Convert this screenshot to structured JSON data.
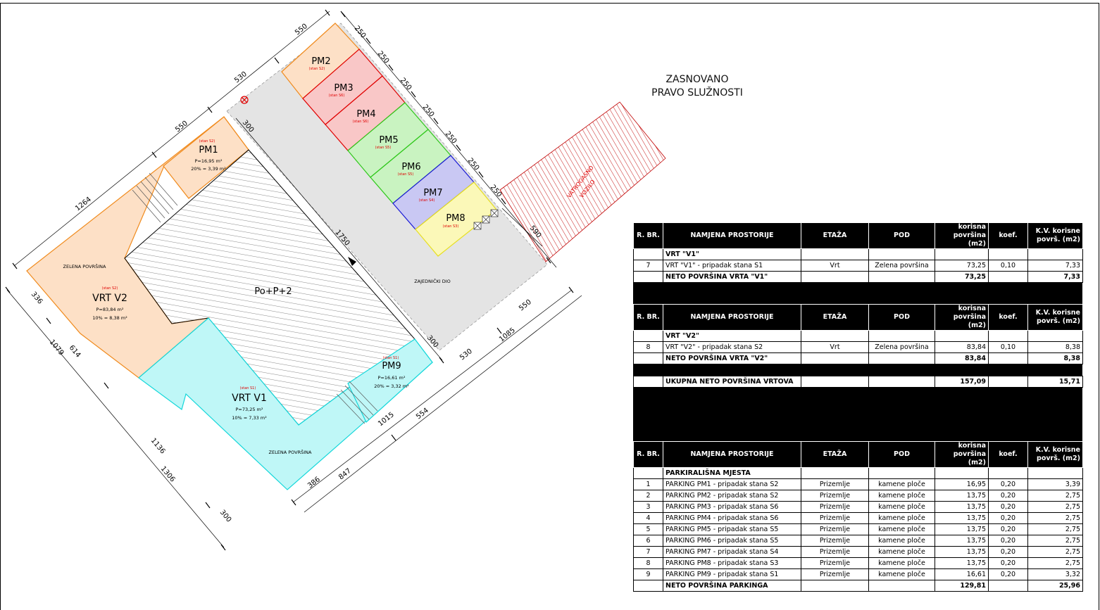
{
  "labels": {
    "pm1": "PM1",
    "pm1_stan": "(stan S2)",
    "pm1_area": "P=16,95 m²",
    "pm1_pct": "20% = 3,39 m²",
    "pm2": "PM2",
    "pm2_stan": "(stan S2)",
    "pm3": "PM3",
    "pm3_stan": "(stan S6)",
    "pm4": "PM4",
    "pm4_stan": "(stan S6)",
    "pm5": "PM5",
    "pm5_stan": "(stan S5)",
    "pm6": "PM6",
    "pm6_stan": "(stan S5)",
    "pm7": "PM7",
    "pm7_stan": "(stan S4)",
    "pm8": "PM8",
    "pm8_stan": "(stan S3)",
    "pm9": "PM9",
    "pm9_stan": "(stan S1)",
    "pm9_area": "P=16,61 m²",
    "pm9_pct": "20% = 3,32 m²",
    "v2": "VRT V2",
    "v2_stan": "(stan S2)",
    "v2_area": "P=83,84 m²",
    "v2_pct": "10% = 8,38 m²",
    "v1": "VRT V1",
    "v1_stan": "(stan S1)",
    "v1_area": "P=73,25 m²",
    "v1_pct": "10% = 7,33 m²",
    "zelena": "ZELENA POVRŠINA",
    "building": "Po+P+2",
    "common": "ZAJEDNIČKI DIO",
    "vatro": "VATROGASNO",
    "vozilo": "VOZILO",
    "note_line1": "ZASNOVANO",
    "note_line2": "PRAVO SLUŽNOSTI"
  },
  "dimensions": {
    "d550a": "550",
    "d530a": "530",
    "d550b": "550",
    "d1264": "1264",
    "d250_1": "250",
    "d250_2": "250",
    "d250_3": "250",
    "d250_4": "250",
    "d250_5": "250",
    "d250_6": "250",
    "d250_7": "250",
    "d300a": "300",
    "d1750": "1750",
    "d300b": "300",
    "d590": "590",
    "d550c": "550",
    "d530b": "530",
    "d1085": "1085",
    "d1015": "1015",
    "d554": "554",
    "d386": "386",
    "d847": "847",
    "d336": "336",
    "d614": "614",
    "d1079": "1079",
    "d1136": "1136",
    "d1306": "1306",
    "d300c": "300"
  },
  "headers": {
    "rbr": "R. BR.",
    "namjena": "NAMJENA PROSTORIJE",
    "etaza": "ETAŽA",
    "pod": "POD",
    "korisna": "korisna površina (m2)",
    "koef": "koef.",
    "kv": "K.V. korisne površ. (m2)"
  },
  "table_v1": {
    "section": "VRT \"V1\"",
    "rows": [
      {
        "rbr": "7",
        "name": "VRT \"V1\" - pripadak stana S1",
        "etaza": "Vrt",
        "pod": "Zelena površina",
        "area": "73,25",
        "koef": "0,10",
        "kv": "7,33"
      }
    ],
    "total_label": "NETO POVRŠINA VRTA \"V1\"",
    "total_area": "73,25",
    "total_kv": "7,33"
  },
  "table_v2": {
    "section": "VRT \"V2\"",
    "rows": [
      {
        "rbr": "8",
        "name": "VRT \"V2\" - pripadak stana S2",
        "etaza": "Vrt",
        "pod": "Zelena površina",
        "area": "83,84",
        "koef": "0,10",
        "kv": "8,38"
      }
    ],
    "total_label": "NETO POVRŠINA VRTA \"V2\"",
    "total_area": "83,84",
    "total_kv": "8,38",
    "grand_label": "UKUPNA NETO POVRŠINA VRTOVA",
    "grand_area": "157,09",
    "grand_kv": "15,71"
  },
  "table_parking": {
    "section": "PARKIRALIŠNA MJESTA",
    "rows": [
      {
        "rbr": "1",
        "name": "PARKING PM1 - pripadak stana S2",
        "etaza": "Prizemlje",
        "pod": "kamene ploče",
        "area": "16,95",
        "koef": "0,20",
        "kv": "3,39"
      },
      {
        "rbr": "2",
        "name": "PARKING PM2 - pripadak stana S2",
        "etaza": "Prizemlje",
        "pod": "kamene ploče",
        "area": "13,75",
        "koef": "0,20",
        "kv": "2,75"
      },
      {
        "rbr": "3",
        "name": "PARKING PM3 - pripadak stana S6",
        "etaza": "Prizemlje",
        "pod": "kamene ploče",
        "area": "13,75",
        "koef": "0,20",
        "kv": "2,75"
      },
      {
        "rbr": "4",
        "name": "PARKING PM4 - pripadak stana S6",
        "etaza": "Prizemlje",
        "pod": "kamene ploče",
        "area": "13,75",
        "koef": "0,20",
        "kv": "2,75"
      },
      {
        "rbr": "5",
        "name": "PARKING PM5 - pripadak stana S5",
        "etaza": "Prizemlje",
        "pod": "kamene ploče",
        "area": "13,75",
        "koef": "0,20",
        "kv": "2,75"
      },
      {
        "rbr": "6",
        "name": "PARKING PM6 - pripadak stana S5",
        "etaza": "Prizemlje",
        "pod": "kamene ploče",
        "area": "13,75",
        "koef": "0,20",
        "kv": "2,75"
      },
      {
        "rbr": "7",
        "name": "PARKING PM7 - pripadak stana S4",
        "etaza": "Prizemlje",
        "pod": "kamene ploče",
        "area": "13,75",
        "koef": "0,20",
        "kv": "2,75"
      },
      {
        "rbr": "8",
        "name": "PARKING PM8 - pripadak stana S3",
        "etaza": "Prizemlje",
        "pod": "kamene ploče",
        "area": "13,75",
        "koef": "0,20",
        "kv": "2,75"
      },
      {
        "rbr": "9",
        "name": "PARKING PM9 - pripadak stana S1",
        "etaza": "Prizemlje",
        "pod": "kamene ploče",
        "area": "16,61",
        "koef": "0,20",
        "kv": "3,32"
      }
    ],
    "total_label": "NETO POVRŠINA PARKINGA",
    "total_area": "129,81",
    "total_kv": "25,96"
  },
  "colors": {
    "orange_fill": "#fde0c6",
    "orange_stroke": "#f08a1c",
    "pink_fill": "#f9c7c7",
    "red_stroke": "#e00000",
    "green_fill": "#c9f3c1",
    "green_stroke": "#2ec81a",
    "purple_fill": "#c9c8f3",
    "blue_stroke": "#1a1ad6",
    "yellow_fill": "#fbf8b8",
    "yellow_stroke": "#e7df20",
    "cyan_fill": "#bff7f7",
    "cyan_stroke": "#13d7da",
    "grey_fill": "#e4e4e4"
  }
}
